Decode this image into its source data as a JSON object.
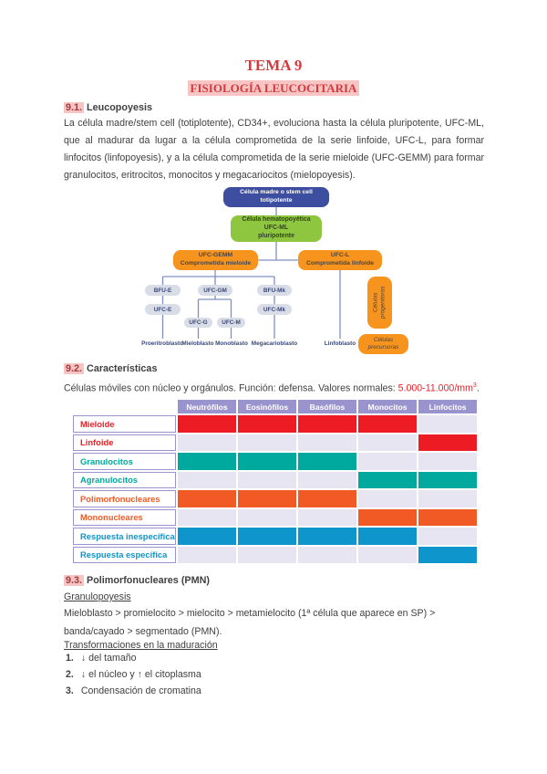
{
  "header": {
    "title": "TEMA 9",
    "subtitle": "FISIOLOGÍA LEUCOCITARIA"
  },
  "section1": {
    "number": "9.1.",
    "title": "Leucopoyesis",
    "body": "La célula madre/stem cell (totiplotente), CD34+, evoluciona hasta la célula pluripotente, UFC-ML, que al madurar da lugar a la célula comprometida de la serie linfoide, UFC-L, para formar linfocitos (linfopoyesis), y a la célula comprometida de la serie mieloide (UFC-GEMM) para formar granulocitos, eritrocitos, monocitos y megacariocitos (mielopoyesis)."
  },
  "diagram": {
    "stem_cell": [
      "Célula madre o stem cell",
      "totipotente"
    ],
    "hematopoietic": [
      "Célula hematopoyética",
      "UFC-ML",
      "pluripotente"
    ],
    "gemm": [
      "UFC-GEMM",
      "Comprometida mieloide"
    ],
    "ufc_l": [
      "UFC-L",
      "Comprometida linfoide"
    ],
    "pills": {
      "bfu_e": "BFU-E",
      "ufc_gm": "UFC-GM",
      "bfu_mk": "BFU-Mk",
      "ufc_e": "UFC-E",
      "ufc_g": "UFC-G",
      "ufc_m": "UFC-M",
      "ufc_mk": "UFC-Mk"
    },
    "leaf_labels": {
      "proeritroblasto": "Proeritroblasto",
      "mieloblasto": "Mieloblasto",
      "monoblasto": "Monoblasto",
      "megacarioblasto": "Megacarioblasto",
      "linfoblasto": "Linfoblasto"
    },
    "side_progenitoras": [
      "Células",
      "progenitoras"
    ],
    "side_precursoras": [
      "Células",
      "precursoras"
    ]
  },
  "section2": {
    "number": "9.2.",
    "title": "Características",
    "body_prefix": "Células móviles con núcleo y orgánulos. Función: defensa. Valores normales: ",
    "normal_values": "5.000-11.000/mm",
    "superscript": "3",
    "suffix": "."
  },
  "table": {
    "columns": [
      "Neutrófilos",
      "Eosinófilos",
      "Basófilos",
      "Monocitos",
      "Linfocitos"
    ],
    "rows": [
      {
        "label": "Mieloide",
        "color": "red",
        "cells": [
          1,
          1,
          1,
          1,
          0
        ]
      },
      {
        "label": "Linfoide",
        "color": "red",
        "cells": [
          0,
          0,
          0,
          0,
          1
        ]
      },
      {
        "label": "Granulocitos",
        "color": "teal",
        "cells": [
          1,
          1,
          1,
          0,
          0
        ]
      },
      {
        "label": "Agranulocitos",
        "color": "teal",
        "cells": [
          0,
          0,
          0,
          1,
          1
        ]
      },
      {
        "label": "Polimorfonucleares",
        "color": "orange",
        "cells": [
          1,
          1,
          1,
          0,
          0
        ]
      },
      {
        "label": "Mononucleares",
        "color": "orange",
        "cells": [
          0,
          0,
          0,
          1,
          1
        ]
      },
      {
        "label": "Respuesta inespecífica",
        "color": "blue",
        "cells": [
          1,
          1,
          1,
          1,
          0
        ]
      },
      {
        "label": "Respuesta específica",
        "color": "blue",
        "cells": [
          0,
          0,
          0,
          0,
          1
        ]
      }
    ],
    "colors": {
      "red": "#ed1c24",
      "teal": "#00a99d",
      "orange": "#f15a24",
      "blue": "#0e95cc",
      "empty": "#e7e5f2",
      "header": "#9a94ce"
    }
  },
  "section3": {
    "number": "9.3.",
    "title": "Polimorfonucleares (PMN)",
    "sub1": "Granulopoyesis",
    "line1": "Mieloblasto > promielocito > mielocito > metamielocito (1ª célula que aparece en SP) > banda/cayado > segmentado (PMN).",
    "sub2": "Transformaciones en la maduración",
    "items": [
      {
        "num": "1.",
        "text": "↓ del tamaño"
      },
      {
        "num": "2.",
        "text": "↓ el núcleo y ↑ el citoplasma"
      },
      {
        "num": "3.",
        "text": "Condensación de cromatina"
      }
    ]
  }
}
